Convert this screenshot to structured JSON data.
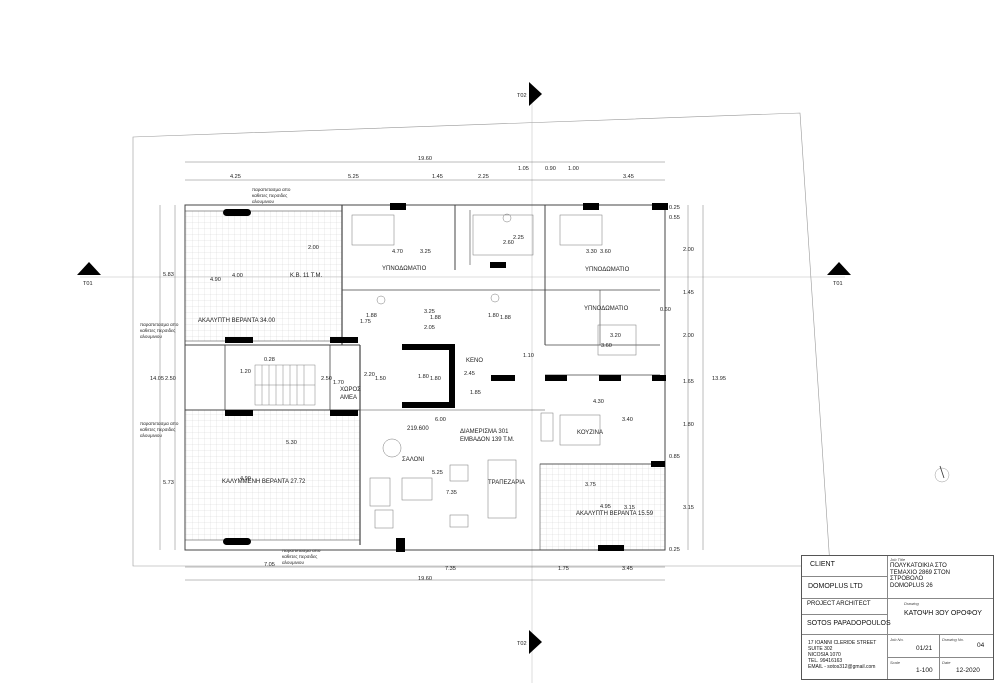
{
  "plan": {
    "section_marks": {
      "top": "T02",
      "bottom": "T02",
      "left": "T01",
      "right": "T01"
    },
    "overall_dims": {
      "top_total": "19.60",
      "bottom_total": "19.60",
      "left_total": "14.05",
      "right_total": "13.95"
    },
    "top_dims": [
      "4.25",
      "5.25",
      "1.45",
      "2.25",
      "1.05",
      "0.90",
      "1.00",
      "3.45"
    ],
    "bottom_dims": [
      "7.05",
      "7.35",
      "1.75",
      "3.45"
    ],
    "left_dims": [
      "5.83",
      "2.50",
      "5.73"
    ],
    "right_dims": [
      "0.25",
      "0.55",
      "2.00",
      "1.45",
      "0.60",
      "2.00",
      "1.65",
      "1.80",
      "0.85",
      "3.15",
      "0.25"
    ],
    "rooms": {
      "bedroom_1": "ΥΠΝΟΔΩΜΑΤΙΟ",
      "bedroom_2": "ΥΠΝΟΔΩΜΑΤΙΟ",
      "bedroom_3": "ΥΠΝΟΔΩΜΑΤΙΟ",
      "common_area": "Κ.Β. 11 Τ.Μ.",
      "void": "ΚΕΝΟ",
      "amea_1": "ΧΩΡΟΣ",
      "amea_2": "ΑΜΕΑ",
      "kitchen": "ΚΟΥΖΙΝΑ",
      "living": "ΣΑΛΟΝΙ",
      "dining": "ΤΡΑΠΕΖΑΡΙΑ",
      "apartment_1": "ΔΙΑΜΕΡΙΣΜΑ 301",
      "apartment_2": "ΕΜΒΑΔΟΝ 139 Τ.Μ.",
      "level": "219.600",
      "open_veranda_left": "ΑΚΑΛΥΠΤΗ ΒΕΡΑΝΤΑ 34.00",
      "covered_veranda": "ΚΑΛΥΜΜΕΝΗ ΒΕΡΑΝΤΑ 27.72",
      "open_veranda_right": "ΑΚΑΛΥΠΤΗ ΒΕΡΑΝΤΑ 15.59"
    },
    "notes": {
      "line1": "παραπετασμα απο",
      "line2": "καθετες περσιδες",
      "line3": "αλουμινιου"
    },
    "inner_dims": {
      "d_200": "2.00",
      "d_470": "4.70",
      "d_325a": "3.25",
      "d_260": "2.60",
      "d_225": "2.25",
      "d_330": "3.30",
      "d_360a": "3.60",
      "d_490a": "4.90",
      "d_400": "4.00",
      "d_325b": "3.25",
      "d_188a": "1.88",
      "d_188b": "1.88",
      "d_175": "1.75",
      "d_205": "2.05",
      "d_180a": "1.80",
      "d_188c": "1.88",
      "d_320": "3.20",
      "d_360b": "3.60",
      "d_028": "0.28",
      "d_120": "1.20",
      "d_250": "2.50",
      "d_170": "1.70",
      "d_220": "2.20",
      "d_150": "1.50",
      "d_180b": "1.80",
      "d_180c": "1.80",
      "d_245": "2.45",
      "d_185": "1.85",
      "d_110": "1.10",
      "d_430": "4.30",
      "d_600": "6.00",
      "d_340": "3.40",
      "d_530": "5.30",
      "d_525": "5.25",
      "d_490b": "4.90",
      "d_735": "7.35",
      "d_375": "3.75",
      "d_495": "4.95",
      "d_315": "3.15"
    }
  },
  "titleblock": {
    "client_label": "CLIENT",
    "client": "DOMOPLUS LTD",
    "job_title_label": "Job Title",
    "job_title_1": "ΠΟΛΥΚΑΤΟΙΚΙΑ ΣΤΟ",
    "job_title_2": "ΤΕΜΑΧΙΟ 2869 ΣΤΟΝ",
    "job_title_3": "ΣΤΡΟΒΟΛΟ",
    "job_title_4": "DOMOPLUS 26",
    "architect_label": "PROJECT ARCHITECT",
    "architect": "SOTOS PAPADOPOULOS",
    "drawing_label": "Drawing",
    "drawing": "ΚΑΤΟΨΗ 3ΟΥ ΟΡΟΦΟΥ",
    "address_1": "17 IOANNI CLERIDE STREET",
    "address_2": "SUITE 302",
    "address_3": "NICOSIA 1070",
    "address_4": "TEL. 99416163",
    "address_5": "EMAIL - sotos312@gmail.com",
    "job_no_label": "Job No.",
    "job_no": "01/21",
    "drawing_no_label": "Drawing No.",
    "drawing_no": "04",
    "scale_label": "Scale",
    "scale": "1-100",
    "date_label": "Date",
    "date": "12-2020"
  }
}
